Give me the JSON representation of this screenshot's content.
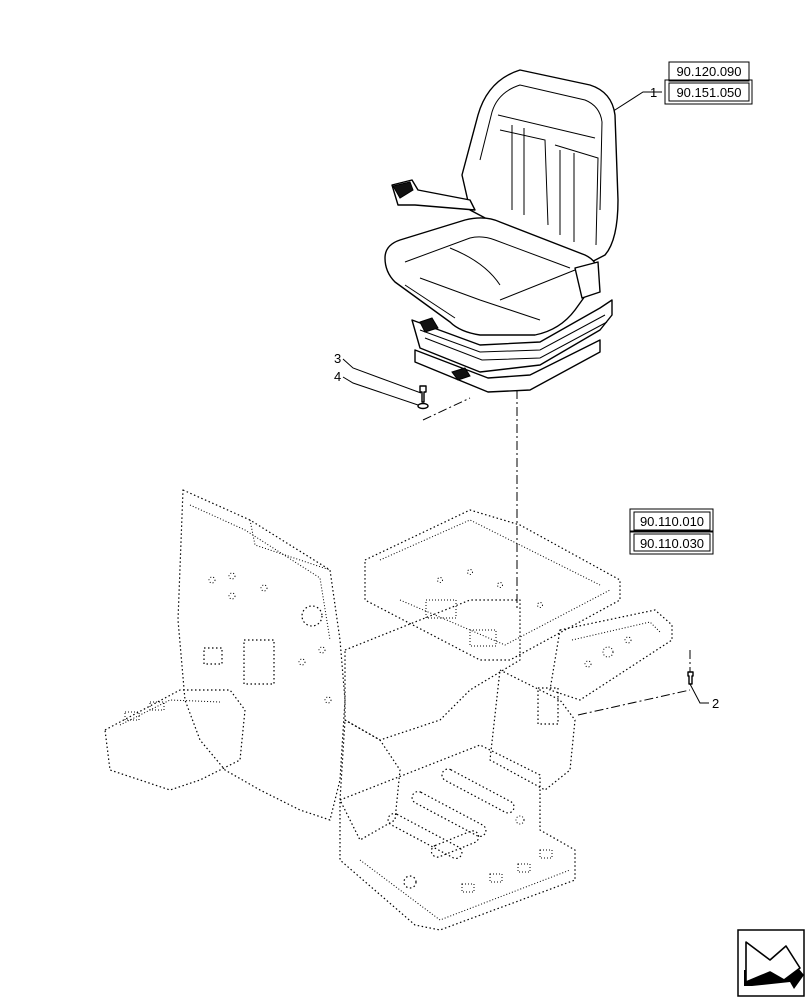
{
  "references": [
    {
      "id": "ref-90-120-090",
      "label": "90.120.090"
    },
    {
      "id": "ref-90-151-050",
      "label": "90.151.050"
    },
    {
      "id": "ref-90-110-010",
      "label": "90.110.010"
    },
    {
      "id": "ref-90-110-030",
      "label": "90.110.030"
    }
  ],
  "callouts": [
    {
      "id": "1",
      "label": "1"
    },
    {
      "id": "2",
      "label": "2"
    },
    {
      "id": "3",
      "label": "3"
    },
    {
      "id": "4",
      "label": "4"
    }
  ],
  "icons": {
    "navigation": "navigation-arrow-icon",
    "seat": "operator-seat-icon",
    "frame": "chassis-frame-icon"
  }
}
